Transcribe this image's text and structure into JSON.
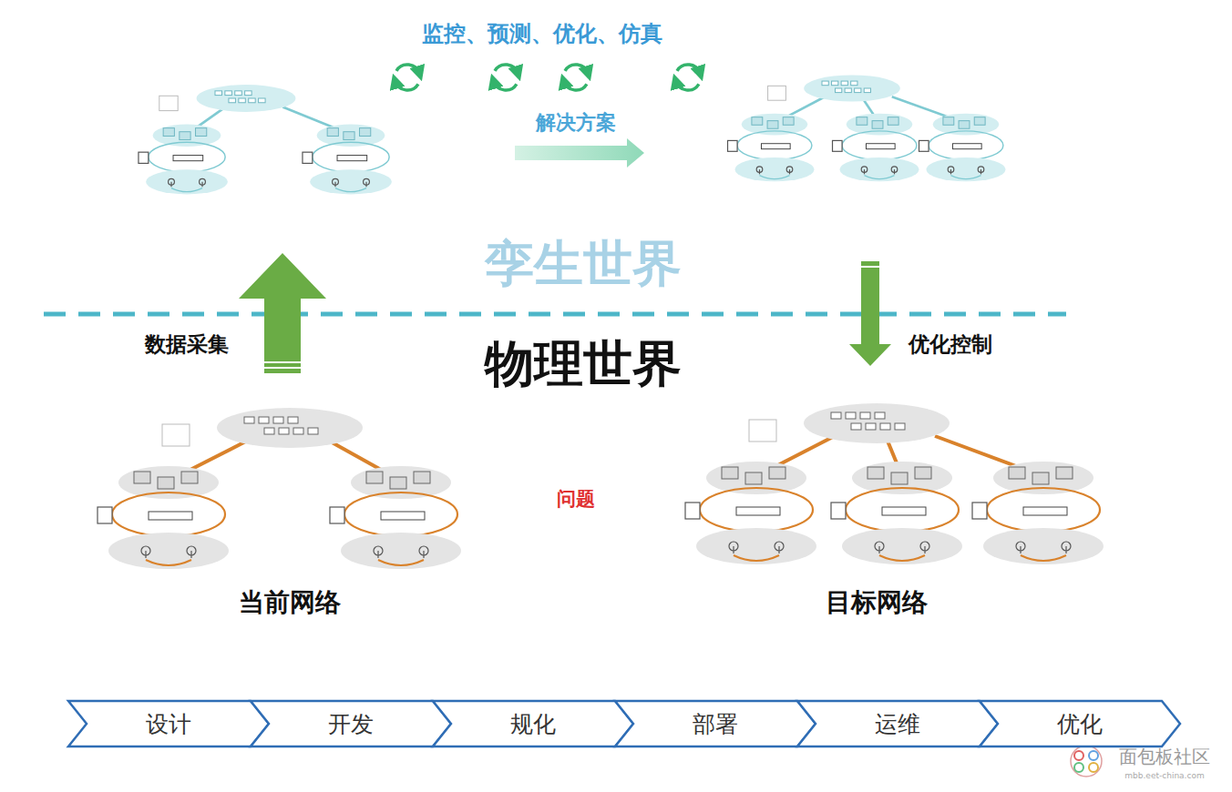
{
  "diagram": {
    "nodes": [
      {
        "text": [
          "设计"
        ]
      },
      {
        "text": [
          "开发"
        ]
      },
      {
        "text": [
          "规化"
        ]
      },
      {
        "text": [
          "部署"
        ]
      },
      {
        "text": [
          "运维"
        ]
      },
      {
        "text": [
          "优化"
        ]
      }
    ],
    "labels": [
      "监控、预测、优化、仿真",
      "解决方案",
      "孪生世界",
      "物理世界",
      "数据采集",
      "优化控制",
      "问题",
      "当前网络",
      "目标网络",
      "面包板社区",
      "mbb.eet-china.com"
    ]
  }
}
